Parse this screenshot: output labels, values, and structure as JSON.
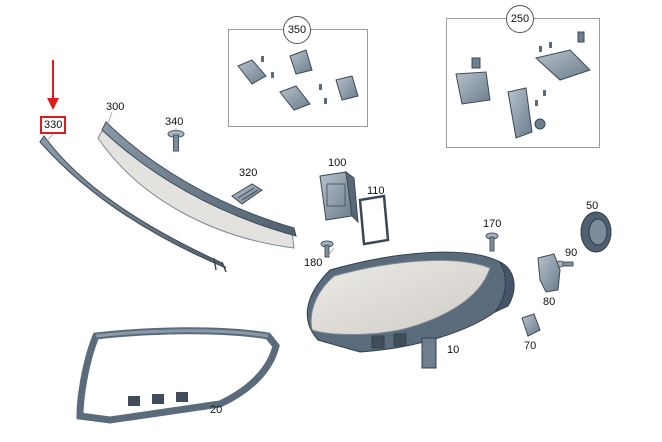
{
  "callouts": {
    "c330": "330",
    "c300": "300",
    "c340": "340",
    "c320": "320",
    "c100": "100",
    "c110": "110",
    "c180": "180",
    "c170": "170",
    "c90": "90",
    "c50": "50",
    "c80": "80",
    "c70": "70",
    "c10": "10",
    "c20": "20"
  },
  "groups": {
    "g350": "350",
    "g250": "250"
  },
  "colors": {
    "highlight": "#e21b1b",
    "part_dark": "#5d6f80",
    "part_mid": "#8a9aa8",
    "part_light": "#c9d2da",
    "lens": "#dcdad6"
  }
}
